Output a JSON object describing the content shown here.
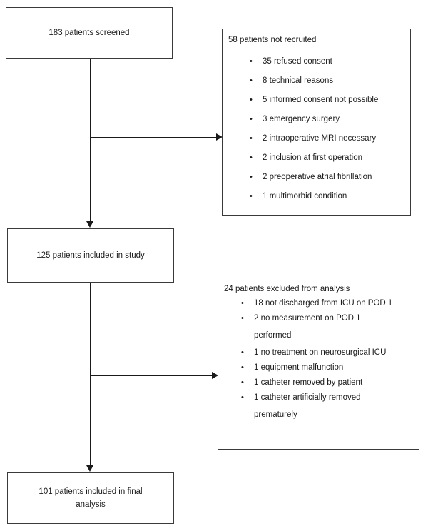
{
  "figure": {
    "type": "consort-flow-diagram",
    "nodes": {
      "screened": {
        "label": "183 patients screened",
        "count": 183
      },
      "included": {
        "label": "125 patients included in study",
        "count": 125
      },
      "final": {
        "line1": "101 patients included in final",
        "line2": "analysis",
        "count": 101
      }
    },
    "not_recruited": {
      "title": "58 patients not recruited",
      "count": 58,
      "reasons": [
        {
          "n": 35,
          "text": "35 refused consent"
        },
        {
          "n": 8,
          "text": "8 technical reasons"
        },
        {
          "n": 5,
          "text": "5 informed consent not possible"
        },
        {
          "n": 3,
          "text": "3 emergency surgery"
        },
        {
          "n": 2,
          "text": "2 intraoperative MRI necessary"
        },
        {
          "n": 2,
          "text": "2 inclusion at first operation"
        },
        {
          "n": 2,
          "text": "2 preoperative atrial fibrillation"
        },
        {
          "n": 1,
          "text": "1 multimorbid condition"
        }
      ]
    },
    "excluded": {
      "title": "24 patients excluded from analysis",
      "count": 24,
      "reasons": [
        {
          "n": 18,
          "text": "18 not discharged from ICU on POD 1",
          "wrap": ""
        },
        {
          "n": 2,
          "text": "2 no measurement on POD 1",
          "wrap": "performed"
        },
        {
          "n": 1,
          "text": "1 no treatment on neurosurgical ICU",
          "wrap": ""
        },
        {
          "n": 1,
          "text": "1 equipment malfunction",
          "wrap": ""
        },
        {
          "n": 1,
          "text": "1 catheter removed by patient",
          "wrap": ""
        },
        {
          "n": 1,
          "text": "1 catheter artificially removed",
          "wrap": "prematurely"
        }
      ]
    },
    "bullet_glyph": "•",
    "colors": {
      "box_border": "#3a3a3a",
      "connector": "#1a1a1a",
      "text": "#1a1a1a",
      "background": "#ffffff"
    }
  }
}
